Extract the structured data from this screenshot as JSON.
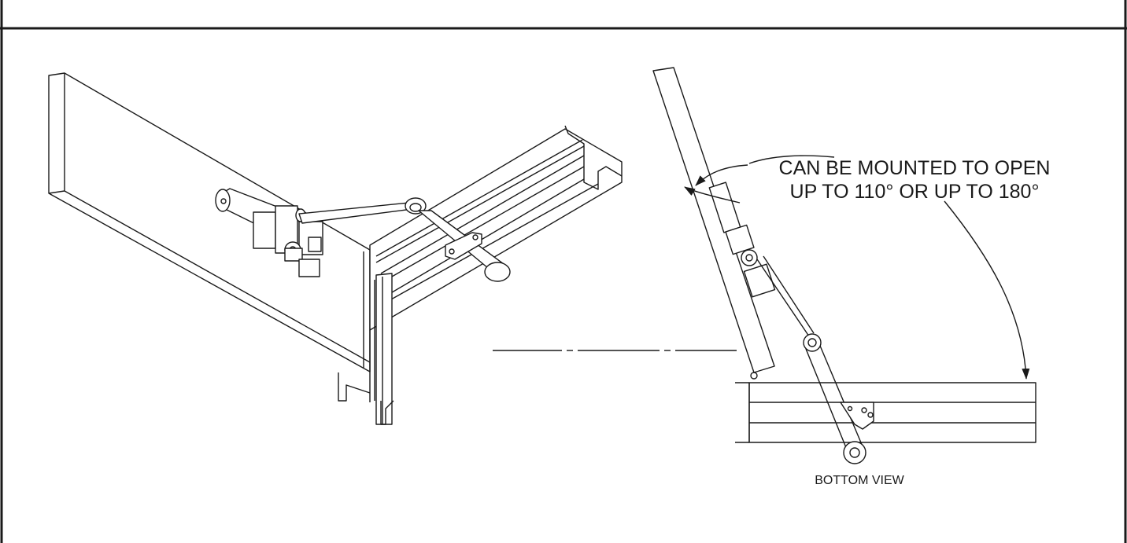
{
  "annotation": {
    "line1": "CAN BE MOUNTED TO OPEN",
    "line2": "UP TO 110° OR UP TO 180°"
  },
  "caption": "BOTTOM VIEW",
  "colors": {
    "line": "#1a1a1a",
    "background": "#ffffff"
  }
}
